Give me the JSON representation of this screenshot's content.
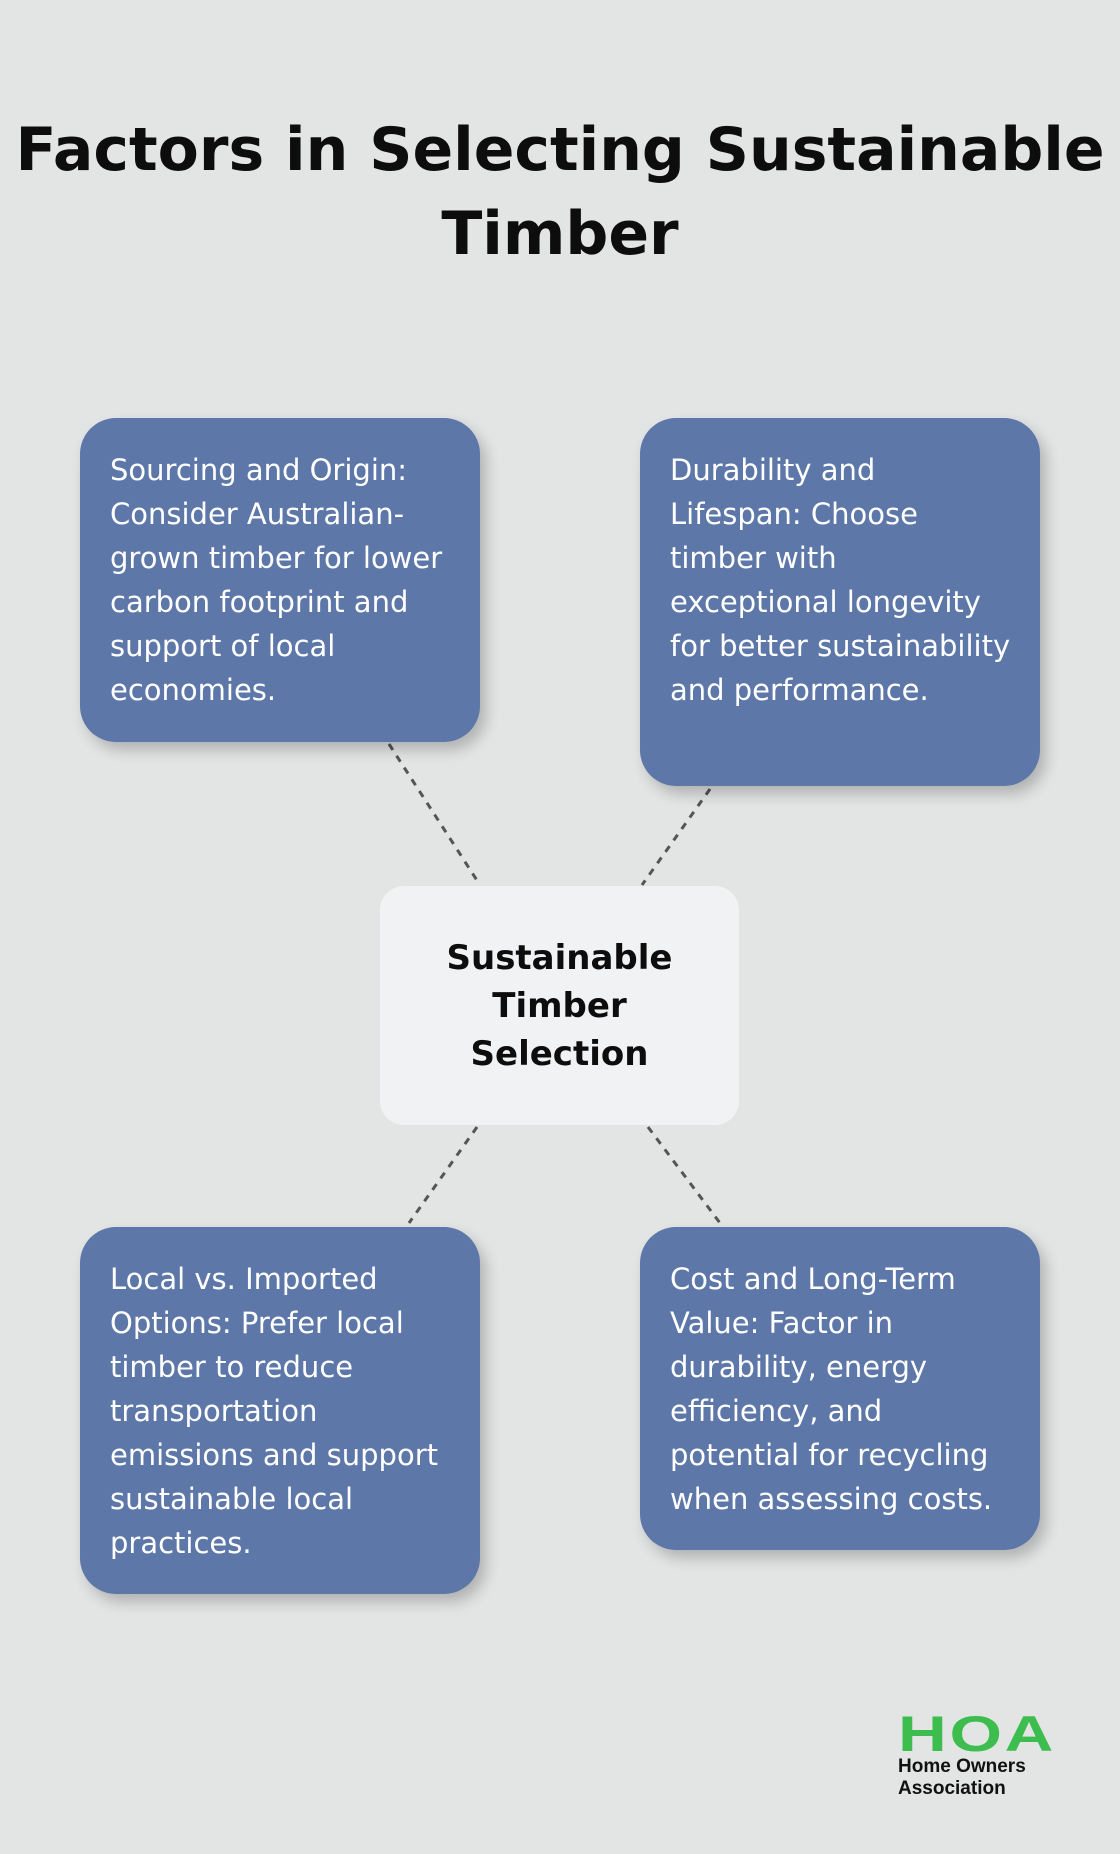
{
  "title": "Factors in Selecting Sustainable Timber",
  "center": "Sustainable Timber Selection",
  "factors": [
    "Sourcing and Origin: Consider Australian-grown timber for lower carbon footprint and support of local economies.",
    "Durability and Lifespan: Choose timber with exceptional longevity for better sustainability and performance.",
    "Local vs. Imported Options: Prefer local timber to reduce transportation emissions and support sustainable local practices.",
    "Cost and Long-Term Value: Factor in durability, energy efficiency, and potential for recycling when assessing costs."
  ],
  "logo": {
    "mark": "HOA",
    "line1": "Home Owners",
    "line2": "Association"
  },
  "colors": {
    "background": "#e3e4e4",
    "box": "#5d77a8",
    "center": "#f1f2f3",
    "logo": "#3dbd4e"
  }
}
